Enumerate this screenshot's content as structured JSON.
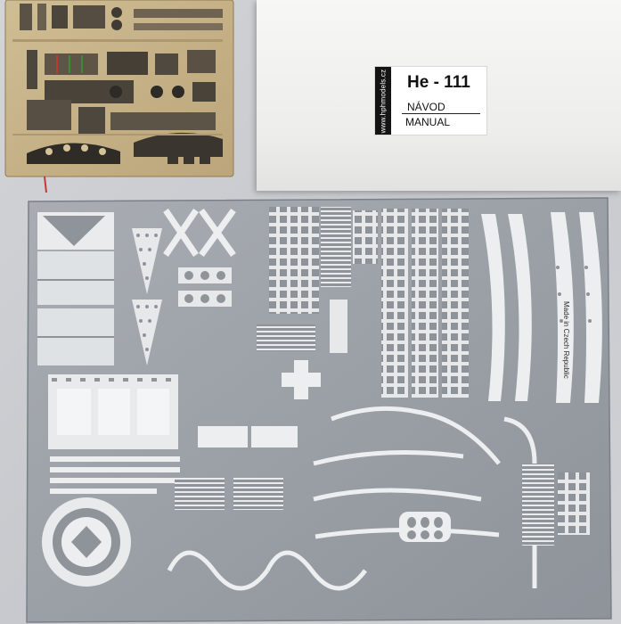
{
  "manual_label": {
    "url": "www.hphmodels.cz",
    "title": "He - 111",
    "subtitle_cz": "NÁVOD",
    "subtitle_en": "MANUAL"
  },
  "fret": {
    "origin_text": "Made in Czech Republic"
  },
  "colors": {
    "background": "#c9cbd0",
    "brass_fret": "#c8b48a",
    "steel_fret": "#9ea3aa",
    "envelope": "#f2f2f0",
    "label_strip": "#141414"
  }
}
